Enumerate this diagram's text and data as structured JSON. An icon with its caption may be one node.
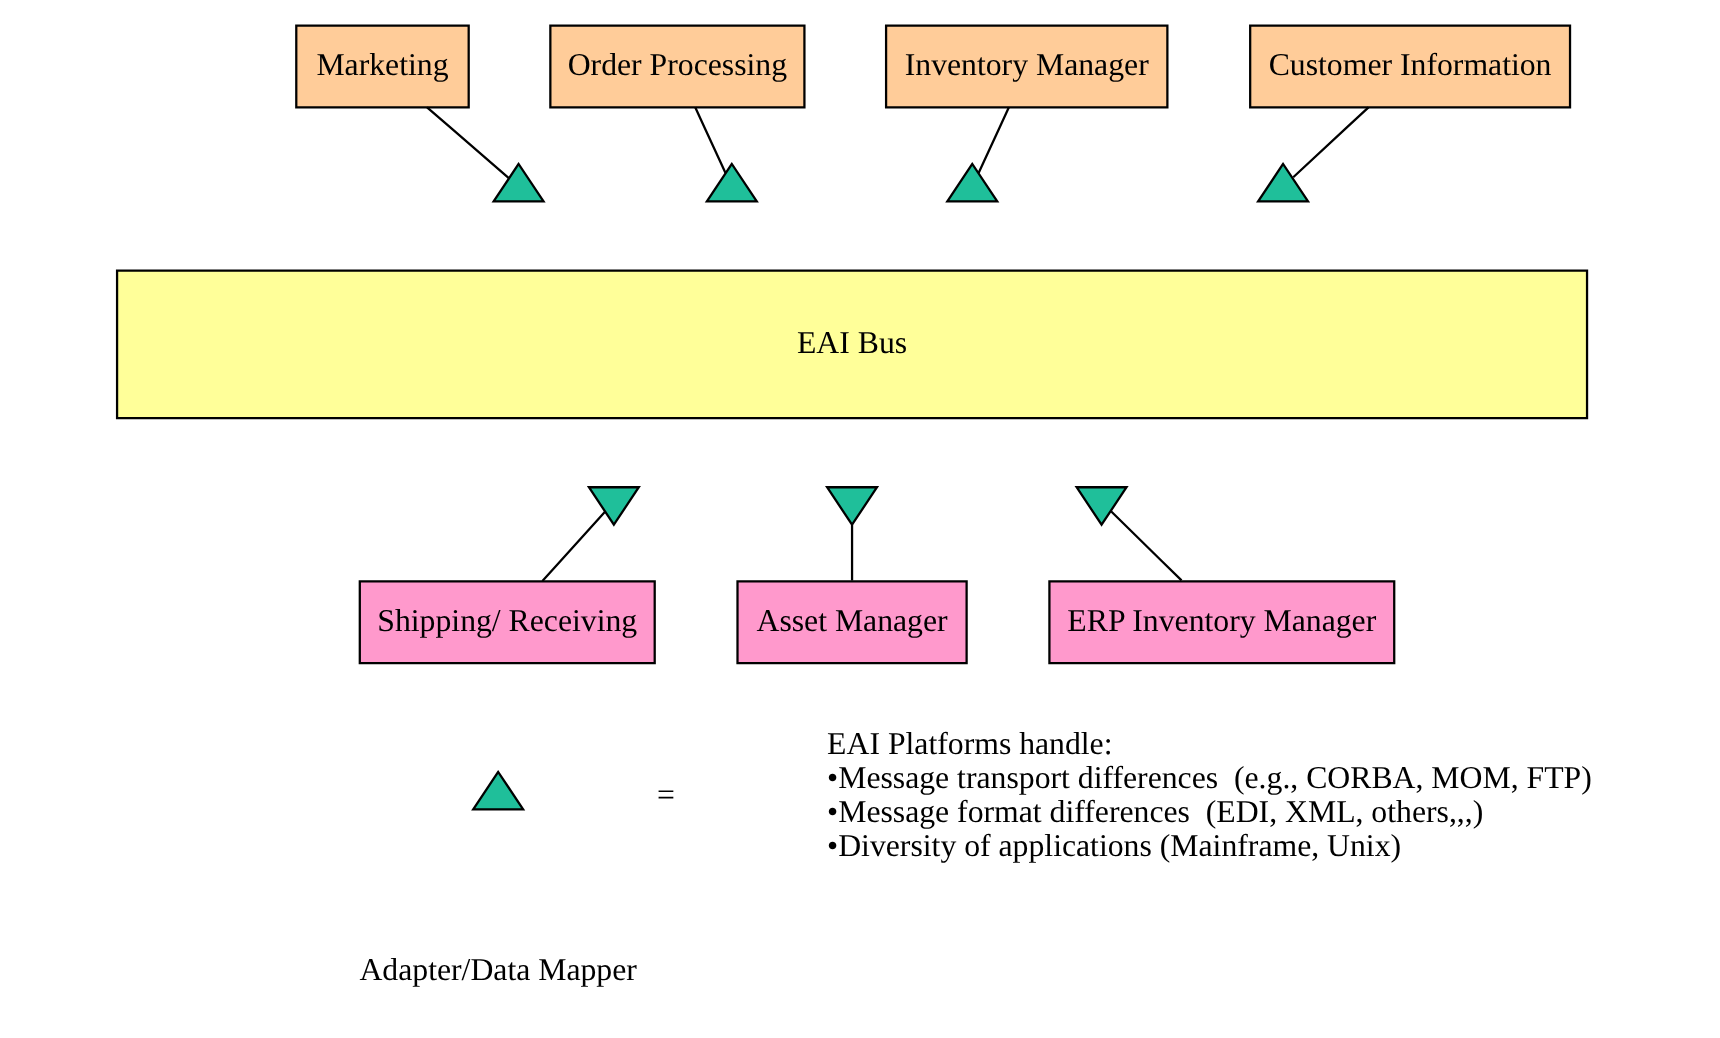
{
  "diagram": {
    "nodes": [
      {
        "text": [
          "Marketing"
        ]
      },
      {
        "text": [
          "Order Processing"
        ]
      },
      {
        "text": [
          "Inventory Manager"
        ]
      },
      {
        "text": [
          "Customer Information"
        ]
      },
      {
        "text": [],
        "shape": "triangle"
      },
      {
        "text": [],
        "shape": "triangle"
      },
      {
        "text": [],
        "shape": "triangle"
      },
      {
        "text": [],
        "shape": "triangle"
      },
      {
        "text": [
          "EAI Bus"
        ]
      },
      {
        "text": [],
        "shape": "triangle"
      },
      {
        "text": [],
        "shape": "triangle"
      },
      {
        "text": [],
        "shape": "triangle"
      },
      {
        "text": [
          "Shipping/ Receiving"
        ]
      },
      {
        "text": [
          "Asset Manager"
        ]
      },
      {
        "text": [
          "ERP Inventory Manager"
        ]
      },
      {
        "text": [],
        "shape": "triangle"
      }
    ],
    "edges": [
      {
        "from": 0,
        "to": 4,
        "arrow": "none"
      },
      {
        "from": 1,
        "to": 5,
        "arrow": "none"
      },
      {
        "from": 2,
        "to": 6,
        "arrow": "none"
      },
      {
        "from": 3,
        "to": 7,
        "arrow": "none"
      },
      {
        "from": 9,
        "to": 12,
        "arrow": "none"
      },
      {
        "from": 10,
        "to": 13,
        "arrow": "none"
      },
      {
        "from": 11,
        "to": 14,
        "arrow": "none"
      }
    ],
    "labels": [
      "=",
      "EAI Platforms handle:",
      "•Message transport differences  (e.g., CORBA, MOM, FTP)",
      "•Message format differences  (EDI, XML, others,,,)",
      "•Diversity of applications (Mainframe, Unix)"
    ],
    "legend": [
      {
        "text": "Adapter/Data Mapper"
      }
    ]
  }
}
